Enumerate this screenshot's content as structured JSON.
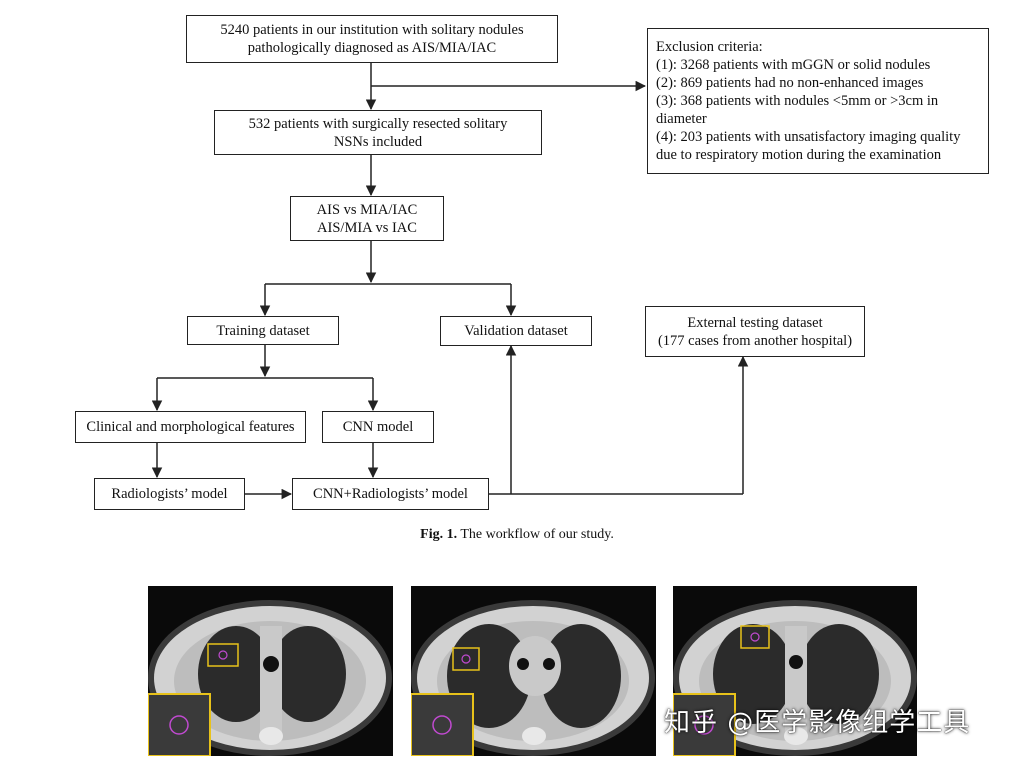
{
  "flowchart": {
    "total": [
      "5240 patients in our institution with solitary nodules",
      "pathologically diagnosed as AIS/MIA/IAC"
    ],
    "included": [
      "532 patients with surgically resected solitary",
      "NSNs included"
    ],
    "exclusion": [
      "Exclusion criteria:",
      "(1): 3268 patients with mGGN or solid nodules",
      "(2): 869 patients had no non-enhanced images",
      "(3): 368 patients with nodules <5mm or >3cm in",
      "diameter",
      "(4): 203 patients with unsatisfactory imaging quality",
      "due to respiratory motion during the examination"
    ],
    "tasks": [
      "AIS vs MIA/IAC",
      "AIS/MIA vs IAC"
    ],
    "training": "Training dataset",
    "validation": "Validation dataset",
    "external": [
      "External testing dataset",
      "(177 cases from another hospital)"
    ],
    "clinical": "Clinical and morphological features",
    "cnn": "CNN model",
    "radiologists": "Radiologists’ model",
    "combined": "CNN+Radiologists’ model"
  },
  "caption": {
    "label": "Fig. 1.",
    "text": "The workflow of our study."
  },
  "watermark": "知乎 @医学影像组学工具",
  "colors": {
    "line": "#222222",
    "roi_box": "#e8c21a",
    "nodule_outline": "#c04ad0"
  }
}
